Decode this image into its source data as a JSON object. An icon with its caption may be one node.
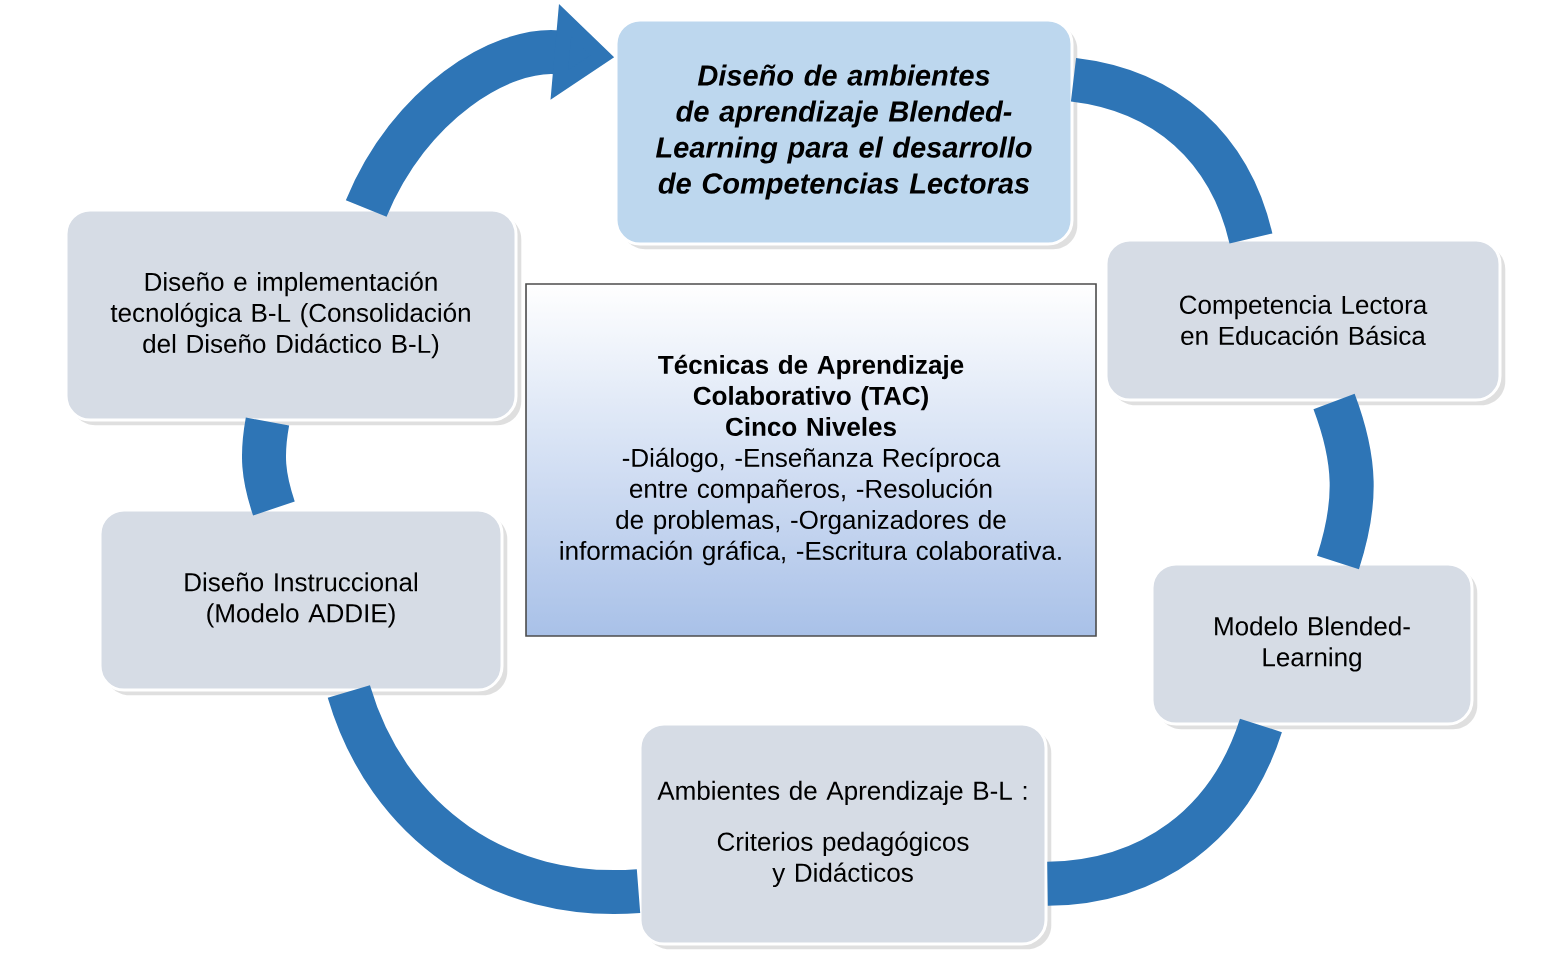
{
  "diagram": {
    "nodes": [
      {
        "text": [
          "Diseño de ambientes de aprendizaje Blended-Learning para el desarrollo de Competencias Lectoras"
        ]
      },
      {
        "text": [
          "Diseño e implementación tecnológica B-L (Consolidación del Diseño Didáctico B-L)"
        ]
      },
      {
        "text": [
          "Competencia Lectora en Educación Básica"
        ]
      },
      {
        "text": [
          "Técnicas de Aprendizaje Colaborativo (TAC)",
          "Cinco Niveles",
          "-Diálogo, -Enseñanza Recíproca entre compañeros, -Resolución de problemas, -Organizadores de información gráfica, -Escritura colaborativa."
        ]
      },
      {
        "text": [
          "Diseño Instruccional (Modelo ADDIE)"
        ]
      },
      {
        "text": [
          "Modelo Blended-Learning"
        ]
      },
      {
        "text": [
          "Ambientes de Aprendizaje  B-L :",
          "Criterios pedagógicos  y Didácticos"
        ]
      }
    ],
    "edges": [
      {
        "from": 0,
        "to": 2,
        "arrow": "none"
      },
      {
        "from": 2,
        "to": 5,
        "arrow": "none"
      },
      {
        "from": 5,
        "to": 6,
        "arrow": "none"
      },
      {
        "from": 6,
        "to": 4,
        "arrow": "none"
      },
      {
        "from": 4,
        "to": 1,
        "arrow": "none"
      },
      {
        "from": 1,
        "to": 0,
        "arrow": "to"
      }
    ]
  }
}
